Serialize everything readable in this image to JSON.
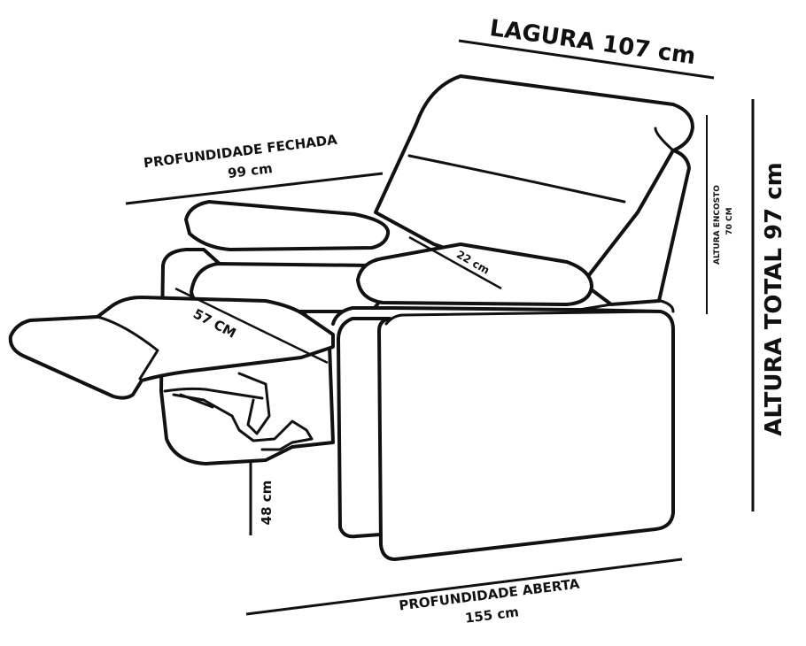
{
  "labels": {
    "width": "LAGURA 107 cm",
    "closed_depth_title": "PROFUNDIDADE FECHADA",
    "closed_depth_value": "99 cm",
    "total_height": "ALTURA TOTAL 97 cm",
    "backrest_title": "ALTURA ENCOSTO",
    "backrest_value": "70 CM",
    "arm_height": "22 cm",
    "footrest_length": "57 CM",
    "seat_height": "48 cm",
    "open_depth_title": "PROFUNDIDADE ABERTA",
    "open_depth_value": "155 cm"
  },
  "colors": {
    "ink": "#111111",
    "background": "#ffffff"
  }
}
